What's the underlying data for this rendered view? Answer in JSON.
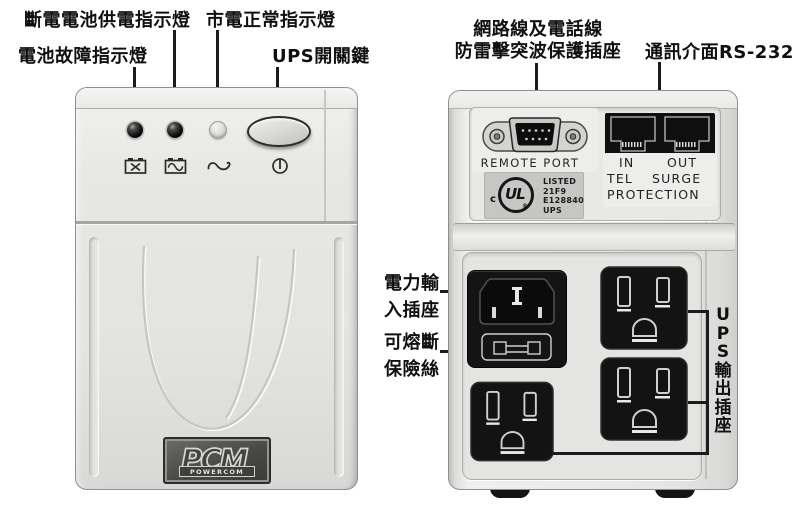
{
  "front_view": {
    "labels": {
      "battery_supply_led": "斷電電池供電指示燈",
      "mains_normal_led": "市電正常指示燈",
      "battery_fault_led": "電池故障指示燈",
      "power_switch": "UPS開關鍵"
    },
    "icons": [
      "battery-fault-icon",
      "battery-inverter-icon",
      "sine-wave-icon",
      "power-icon"
    ],
    "logo": {
      "abbr": "PCM",
      "name": "POWERCOM"
    }
  },
  "back_view": {
    "labels": {
      "tel_surge_line1": "網路線及電話線",
      "tel_surge_line2": "防雷擊突波保護插座",
      "rs232": "通訊介面RS-232",
      "power_input_line1": "電力輸",
      "power_input_line2": "入插座",
      "fuse_line1": "可熔斷",
      "fuse_line2": "保險絲",
      "ups_output_vertical": "UPS輸出插座"
    },
    "printed": {
      "remote_port": "REMOTE PORT",
      "tel_in": "IN",
      "tel_out": "OUT",
      "tel": "TEL",
      "surge": "SURGE",
      "protection": "PROTECTION",
      "ul_prefix": "c",
      "ul_logo": "UL",
      "ul_reg": "®",
      "ul_listed": "LISTED",
      "ul_code": "21F9",
      "ul_file": "E128840",
      "ul_type": "UPS"
    }
  },
  "colors": {
    "background": "#ffffff",
    "body_gray": "#e6e6e4",
    "module_black": "#121212",
    "label_text": "#101010",
    "ul_plate": "#c6c6c4"
  }
}
